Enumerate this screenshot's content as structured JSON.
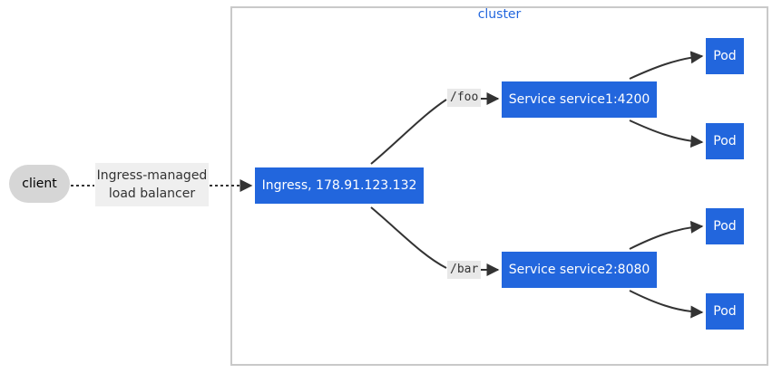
{
  "cluster": {
    "title": "cluster"
  },
  "client": {
    "label": "client"
  },
  "load_balancer": {
    "line1": "Ingress-managed",
    "line2": "load balancer"
  },
  "ingress": {
    "label": "Ingress, 178.91.123.132"
  },
  "routes": [
    {
      "path": "/foo",
      "service": "Service service1:4200"
    },
    {
      "path": "/bar",
      "service": "Service service2:8080"
    }
  ],
  "pods": [
    "Pod",
    "Pod",
    "Pod",
    "Pod"
  ],
  "colors": {
    "node": "#2266dd",
    "cluster_title": "#2266dd",
    "edge": "#333333",
    "client": "#d6d6d6"
  }
}
